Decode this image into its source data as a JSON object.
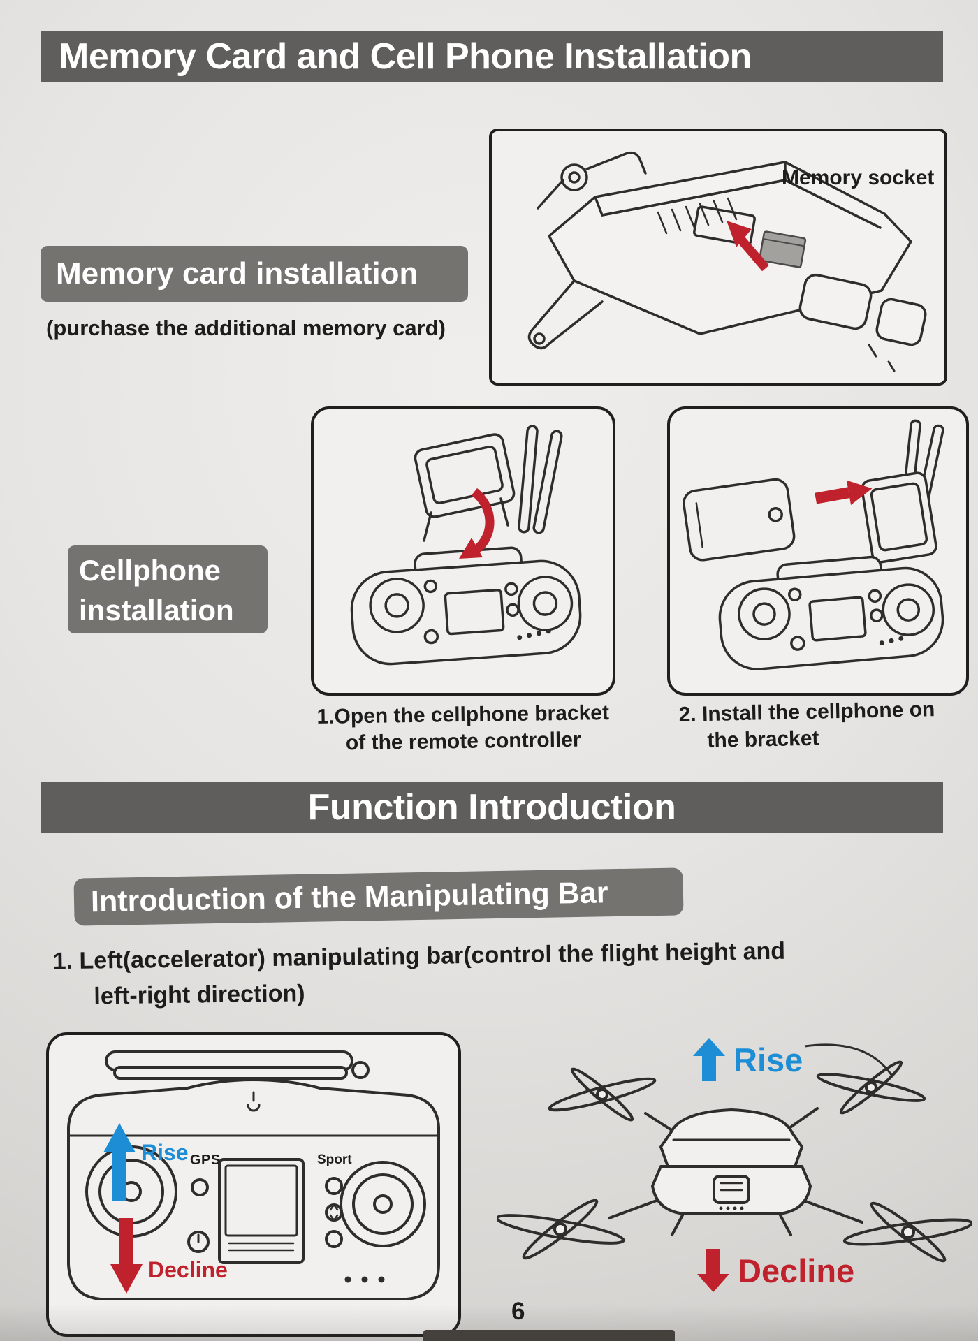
{
  "page": {
    "number": "6"
  },
  "colors": {
    "banner_gray": "#5f5e5c",
    "pill_gray": "#757370",
    "rise_blue": "#1d8ed6",
    "decline_red": "#c0222d",
    "paper": "#e7e5e3",
    "sd_card_gray": "#a3a19e"
  },
  "header": {
    "title": "Memory Card and Cell Phone Installation"
  },
  "memory_section": {
    "heading": "Memory card installation",
    "note": "(purchase the additional memory card)",
    "socket_label": "Memory socket"
  },
  "cellphone_section": {
    "heading_line1": "Cellphone",
    "heading_line2": "installation",
    "step1_line1": "1.Open the cellphone bracket",
    "step1_line2": "of the remote controller",
    "step2_line1": "2. Install the cellphone on",
    "step2_line2": "the bracket"
  },
  "function_section": {
    "title": "Function Introduction",
    "subheading": "Introduction of the Manipulating Bar",
    "instruction_line1": "1. Left(accelerator) manipulating bar(control the flight height and",
    "instruction_line2": "left-right direction)",
    "controller": {
      "rise": "Rise",
      "decline": "Decline",
      "gps": "GPS",
      "sport": "Sport"
    },
    "drone": {
      "rise": "Rise",
      "decline": "Decline"
    }
  }
}
